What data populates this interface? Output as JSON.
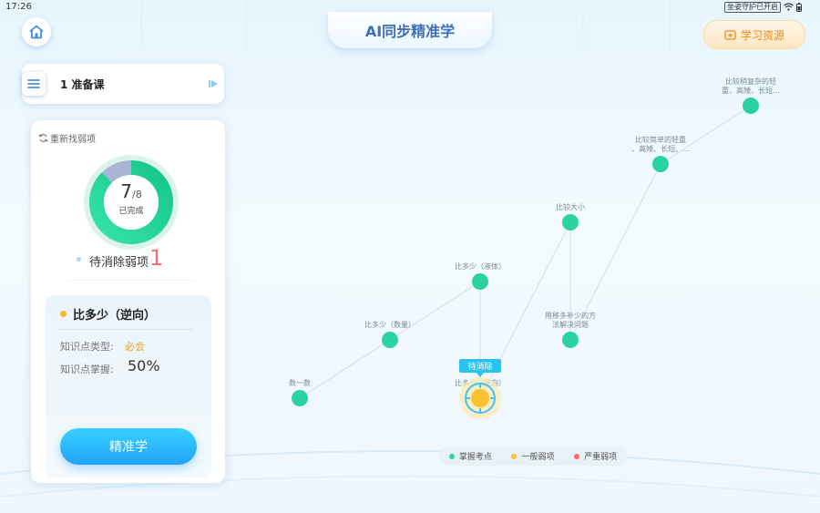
{
  "status": {
    "time": "17:26",
    "eye_protect": "坐姿守护已开启"
  },
  "header": {
    "title": "AI同步精准学",
    "resource_button": "学习资源"
  },
  "lesson": {
    "title": "1 准备课"
  },
  "progress": {
    "refresh_label": "重新找弱项",
    "done": "7",
    "total": "/8",
    "done_fraction": 0.875,
    "done_label": "已完成",
    "pending_label": "待消除弱项",
    "pending_count": "1"
  },
  "topic": {
    "name": "比多少（逆向）",
    "type_label": "知识点类型:",
    "type_value": "必会",
    "mastery_label": "知识点掌握:",
    "mastery_value": "50%"
  },
  "action": {
    "learn_button": "精准学"
  },
  "graph": {
    "nodes": [
      {
        "id": "n1",
        "label_lines": [
          "数一数"
        ],
        "status": "mastered"
      },
      {
        "id": "n2",
        "label_lines": [
          "比多少（数量）"
        ],
        "status": "mastered"
      },
      {
        "id": "n3",
        "label_lines": [
          "比多少（液体）"
        ],
        "status": "mastered"
      },
      {
        "id": "n4",
        "label_lines": [
          "比多少（逆向）"
        ],
        "status": "weak",
        "badge": "待消除"
      },
      {
        "id": "n5",
        "label_lines": [
          "比较大小"
        ],
        "status": "mastered"
      },
      {
        "id": "n6",
        "label_lines": [
          "用移多补少的方",
          "法解决问题"
        ],
        "status": "mastered"
      },
      {
        "id": "n7",
        "label_lines": [
          "比较简单的轻重",
          "、高矮、长短、..."
        ],
        "status": "mastered"
      },
      {
        "id": "n8",
        "label_lines": [
          "比较稍复杂的轻",
          "重、高矮、长短..."
        ],
        "status": "mastered"
      }
    ]
  },
  "legend": {
    "mastered": "掌握考点",
    "weak": "一般弱项",
    "severe": "严重弱项"
  },
  "colors": {
    "mastered": "#2ad3a1",
    "weak": "#f9c22e",
    "severe": "#f36b6b",
    "accent": "#1fa3f7"
  }
}
